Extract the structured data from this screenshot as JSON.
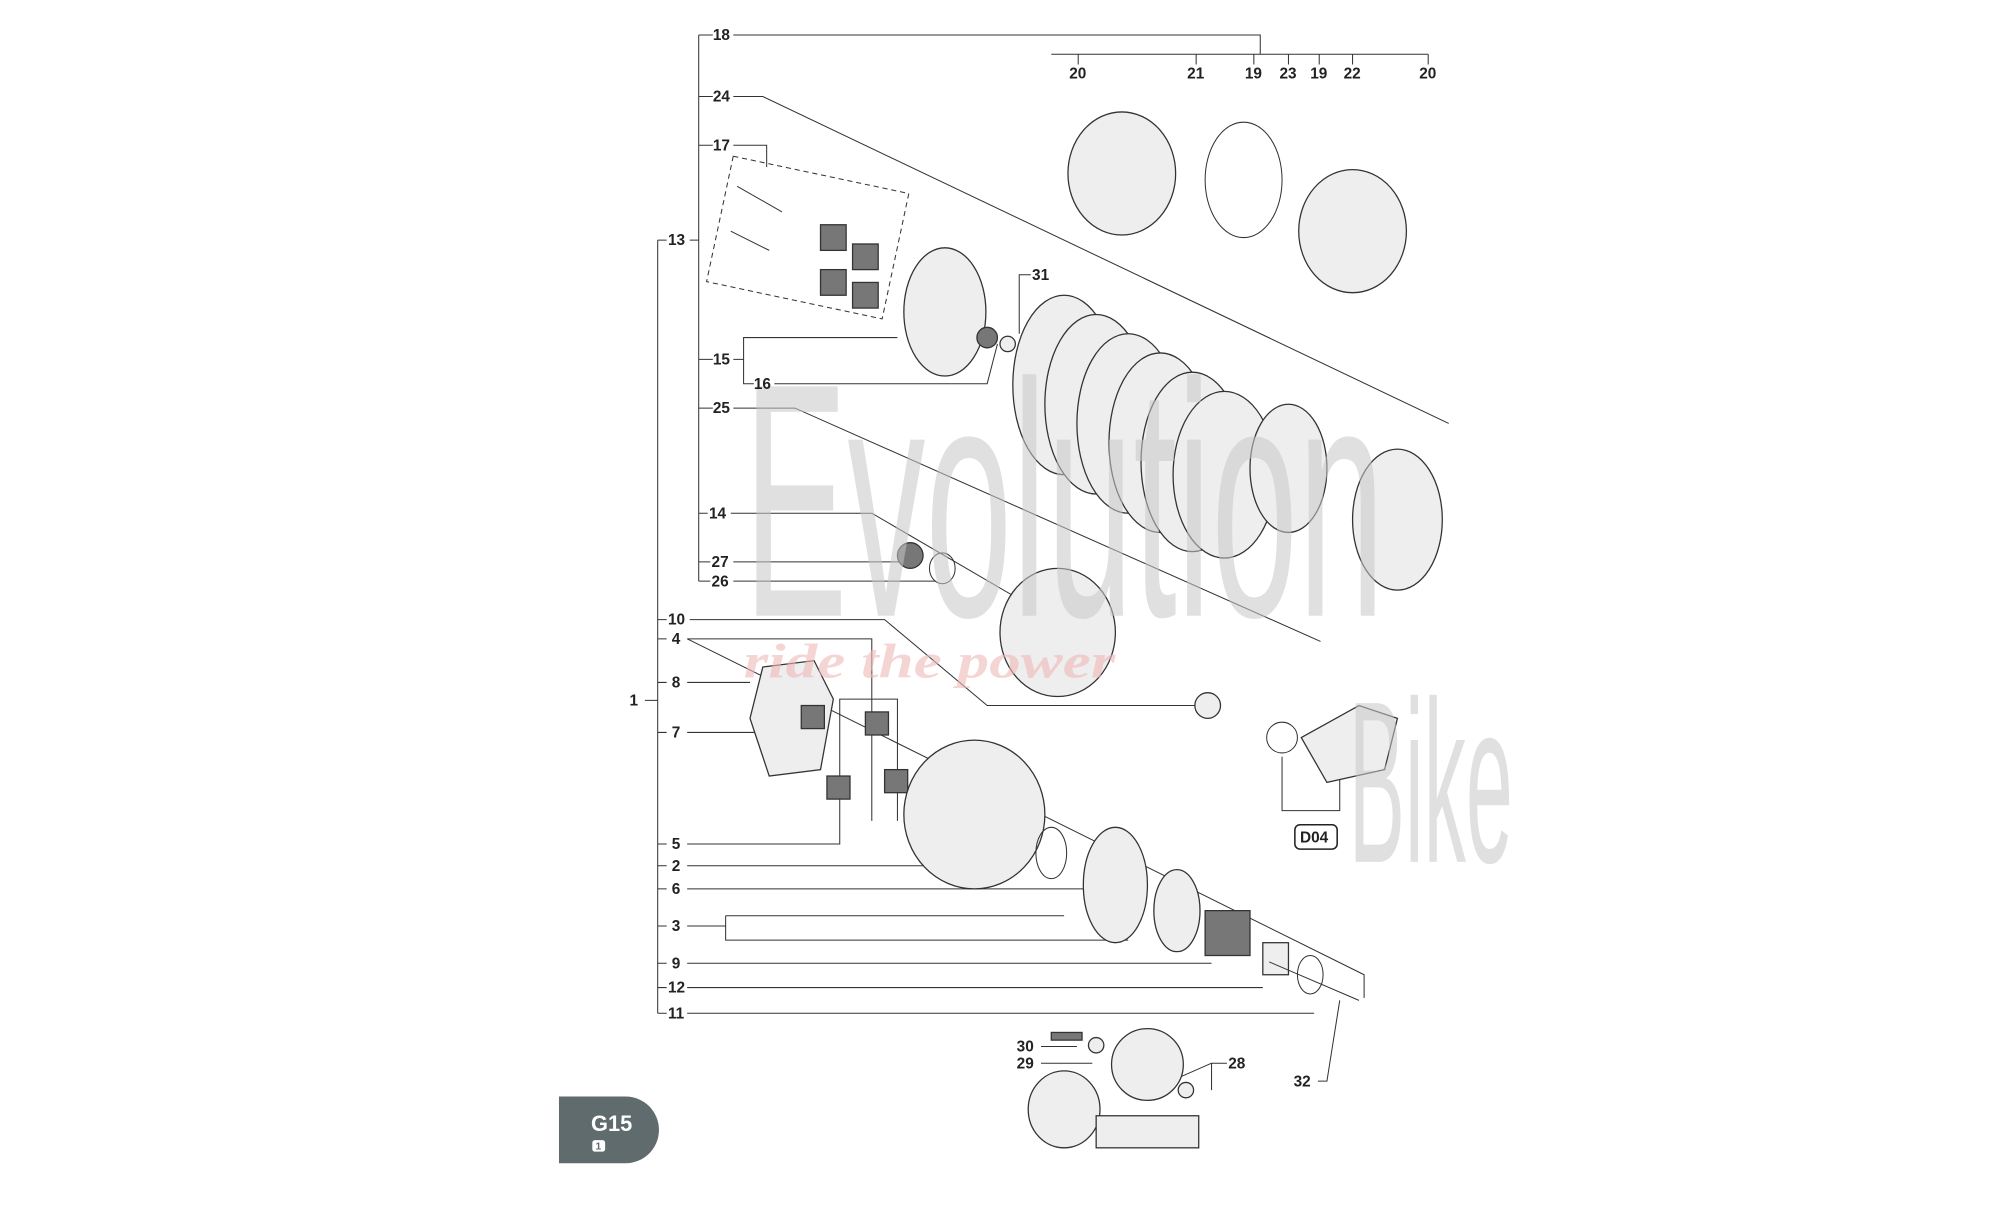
{
  "diagram": {
    "section_badge": {
      "code": "G15",
      "sub": "1",
      "color": "#5f6b6d"
    },
    "watermark": {
      "line1": "Evolution",
      "line2": "Bike",
      "tagline": "ride the power"
    },
    "connector_label": "D04",
    "callouts": {
      "c18": "18",
      "c24": "24",
      "c17": "17",
      "c13": "13",
      "c15": "15",
      "c16": "16",
      "c31": "31",
      "c25": "25",
      "c14": "14",
      "c27": "27",
      "c26": "26",
      "c10": "10",
      "c4": "4",
      "c8": "8",
      "c1": "1",
      "c7": "7",
      "c5": "5",
      "c2": "2",
      "c6": "6",
      "c3": "3",
      "c9": "9",
      "c12": "12",
      "c11": "11",
      "c30": "30",
      "c29": "29",
      "c28": "28",
      "c32": "32",
      "t20a": "20",
      "t21": "21",
      "t19a": "19",
      "t23": "23",
      "t19b": "19",
      "t22": "22",
      "t20b": "20"
    }
  }
}
